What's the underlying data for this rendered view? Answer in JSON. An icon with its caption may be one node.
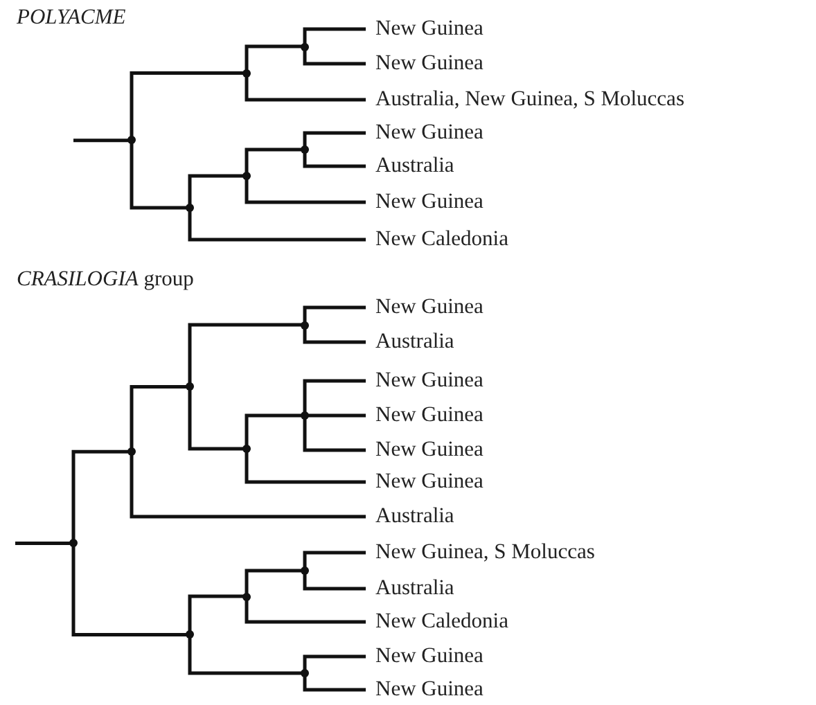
{
  "diagram": {
    "nodes": [
      {
        "text": [],
        "shape": "point"
      },
      {
        "text": [],
        "shape": "point"
      },
      {
        "text": [],
        "shape": "point"
      },
      {
        "text": [
          "New Guinea"
        ]
      },
      {
        "text": [
          "New Guinea"
        ]
      },
      {
        "text": [
          "Australia, New Guinea, S Moluccas"
        ]
      },
      {
        "text": [],
        "shape": "point"
      },
      {
        "text": [],
        "shape": "point"
      },
      {
        "text": [],
        "shape": "point"
      },
      {
        "text": [
          "New Guinea"
        ]
      },
      {
        "text": [
          "Australia"
        ]
      },
      {
        "text": [
          "New Guinea"
        ]
      },
      {
        "text": [
          "New Caledonia"
        ]
      },
      {
        "text": [],
        "shape": "point"
      },
      {
        "text": [],
        "shape": "point"
      },
      {
        "text": [],
        "shape": "point"
      },
      {
        "text": [],
        "shape": "point"
      },
      {
        "text": [
          "New Guinea"
        ]
      },
      {
        "text": [
          "Australia"
        ]
      },
      {
        "text": [],
        "shape": "point"
      },
      {
        "text": [],
        "shape": "point"
      },
      {
        "text": [
          "New Guinea"
        ]
      },
      {
        "text": [
          "New Guinea"
        ]
      },
      {
        "text": [
          "New Guinea"
        ]
      },
      {
        "text": [
          "New Guinea"
        ]
      },
      {
        "text": [
          "Australia"
        ]
      },
      {
        "text": [],
        "shape": "point"
      },
      {
        "text": [],
        "shape": "point"
      },
      {
        "text": [],
        "shape": "point"
      },
      {
        "text": [
          "New Guinea, S Moluccas"
        ]
      },
      {
        "text": [
          "Australia"
        ]
      },
      {
        "text": [
          "New Caledonia"
        ]
      },
      {
        "text": [],
        "shape": "point"
      },
      {
        "text": [
          "New Guinea"
        ]
      },
      {
        "text": [
          "New Guinea"
        ]
      }
    ],
    "edges": [
      {
        "from": null,
        "to": 0,
        "arrow": "none"
      },
      {
        "from": 0,
        "to": 1,
        "arrow": "none"
      },
      {
        "from": 1,
        "to": 2,
        "arrow": "none"
      },
      {
        "from": 2,
        "to": 3,
        "arrow": "none"
      },
      {
        "from": 2,
        "to": 4,
        "arrow": "none"
      },
      {
        "from": 1,
        "to": 5,
        "arrow": "none"
      },
      {
        "from": 0,
        "to": 6,
        "arrow": "none"
      },
      {
        "from": 6,
        "to": 7,
        "arrow": "none"
      },
      {
        "from": 7,
        "to": 8,
        "arrow": "none"
      },
      {
        "from": 8,
        "to": 9,
        "arrow": "none"
      },
      {
        "from": 8,
        "to": 10,
        "arrow": "none"
      },
      {
        "from": 7,
        "to": 11,
        "arrow": "none"
      },
      {
        "from": 6,
        "to": 12,
        "arrow": "none"
      },
      {
        "from": null,
        "to": 13,
        "arrow": "none"
      },
      {
        "from": 13,
        "to": 14,
        "arrow": "none"
      },
      {
        "from": 14,
        "to": 15,
        "arrow": "none"
      },
      {
        "from": 15,
        "to": 16,
        "arrow": "none"
      },
      {
        "from": 16,
        "to": 17,
        "arrow": "none"
      },
      {
        "from": 16,
        "to": 18,
        "arrow": "none"
      },
      {
        "from": 15,
        "to": 19,
        "arrow": "none"
      },
      {
        "from": 19,
        "to": 20,
        "arrow": "none"
      },
      {
        "from": 20,
        "to": 21,
        "arrow": "none"
      },
      {
        "from": 20,
        "to": 22,
        "arrow": "none"
      },
      {
        "from": 20,
        "to": 23,
        "arrow": "none"
      },
      {
        "from": 19,
        "to": 24,
        "arrow": "none"
      },
      {
        "from": 14,
        "to": 25,
        "arrow": "none"
      },
      {
        "from": 13,
        "to": 26,
        "arrow": "none"
      },
      {
        "from": 26,
        "to": 27,
        "arrow": "none"
      },
      {
        "from": 27,
        "to": 28,
        "arrow": "none"
      },
      {
        "from": 28,
        "to": 29,
        "arrow": "none"
      },
      {
        "from": 28,
        "to": 30,
        "arrow": "none"
      },
      {
        "from": 27,
        "to": 31,
        "arrow": "none"
      },
      {
        "from": 26,
        "to": 32,
        "arrow": "none"
      },
      {
        "from": 32,
        "to": 33,
        "arrow": "none"
      },
      {
        "from": 32,
        "to": 34,
        "arrow": "none"
      }
    ],
    "labels": [
      "POLYACME",
      "*CRASILOGIA* group"
    ]
  }
}
